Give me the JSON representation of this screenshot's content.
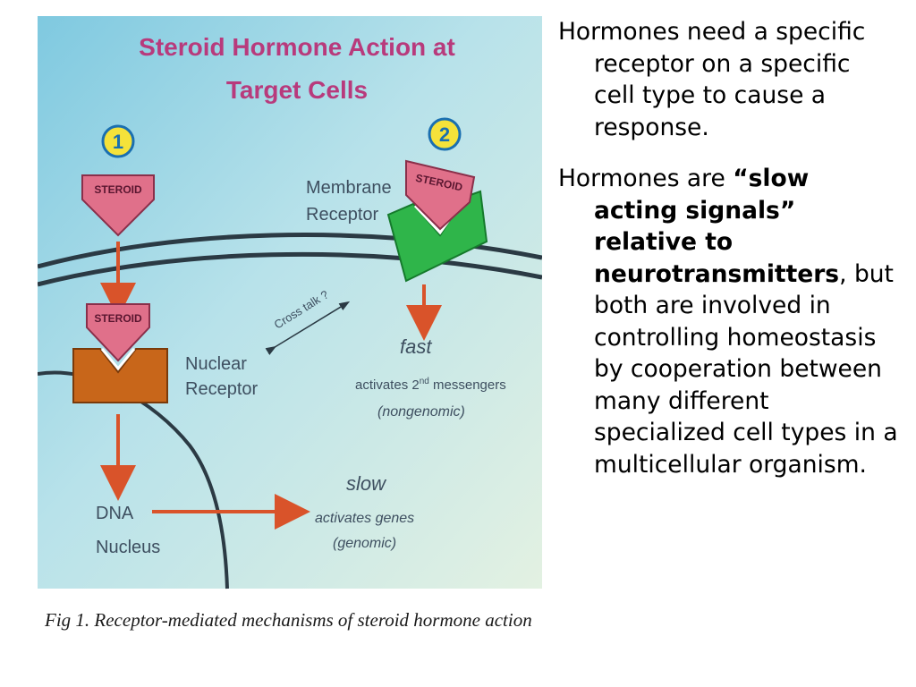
{
  "figure": {
    "title_lines": [
      "Steroid Hormone Action at",
      "Target Cells"
    ],
    "badge_1": "1",
    "badge_2": "2",
    "steroid_tag": "STEROID",
    "membrane_receptor_lines": [
      "Membrane",
      "Receptor"
    ],
    "nuclear_receptor_lines": [
      "Nuclear",
      "Receptor"
    ],
    "cross_talk": "Cross talk ?",
    "fast_label": "fast",
    "fast_desc_prefix": "activates 2",
    "fast_desc_sup": "nd",
    "fast_desc_suffix": " messengers",
    "nongenomic": "(nongenomic)",
    "dna": "DNA",
    "nucleus": "Nucleus",
    "slow_label": "slow",
    "slow_desc": "activates genes",
    "genomic": "(genomic)",
    "caption": "Fig 1.  Receptor-mediated mechanisms of steroid hormone action",
    "colors": {
      "background_top": "#8fd0e4",
      "background_bottom": "#dcefe4",
      "title": "#b83a7c",
      "steroid": "#e0708a",
      "nuclear_receptor": "#c8661a",
      "membrane_receptor": "#2fb54a",
      "arrow": "#d9532a",
      "membrane_line": "#2b3a44"
    }
  },
  "text": {
    "para1": "Hormones need a specific receptor on a specific cell type to cause a response.",
    "para2_prefix": "Hormones are ",
    "para2_bold1": "“slow acting signals” relative to neurotransmitters",
    "para2_suffix": ", but both are involved in controlling homeostasis by cooperation between many different specialized cell types in a multicellular organism."
  }
}
